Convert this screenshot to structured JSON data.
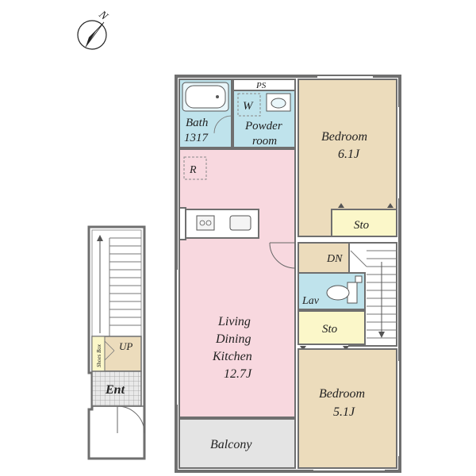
{
  "compass": {
    "label": "N"
  },
  "rooms": {
    "ps": "PS",
    "washer": "W",
    "bath": {
      "line1": "Bath",
      "line2": "1317"
    },
    "powder": {
      "line1": "Powder",
      "line2": "room"
    },
    "bedroom1": {
      "line1": "Bedroom",
      "line2": "6.1J"
    },
    "refrigerator": "R",
    "storage1": "Sto",
    "down_stairs": "DN",
    "lavatory": "Lav",
    "storage2": "Sto",
    "ldk": {
      "line1": "Living",
      "line2": "Dining",
      "line3": "Kitchen",
      "line4": "12.7J"
    },
    "bedroom2": {
      "line1": "Bedroom",
      "line2": "5.1J"
    },
    "balcony": "Balcony",
    "up_stairs": "UP",
    "shoes_box": "Shoes Box",
    "entrance": "Ent"
  },
  "colors": {
    "bath": "#bfe3ec",
    "ldk": "#f8d8df",
    "bedroom": "#ecdcbc",
    "storage": "#fbf7c9",
    "balcony": "#e4e4e4",
    "wall": "#6f6f6f"
  }
}
